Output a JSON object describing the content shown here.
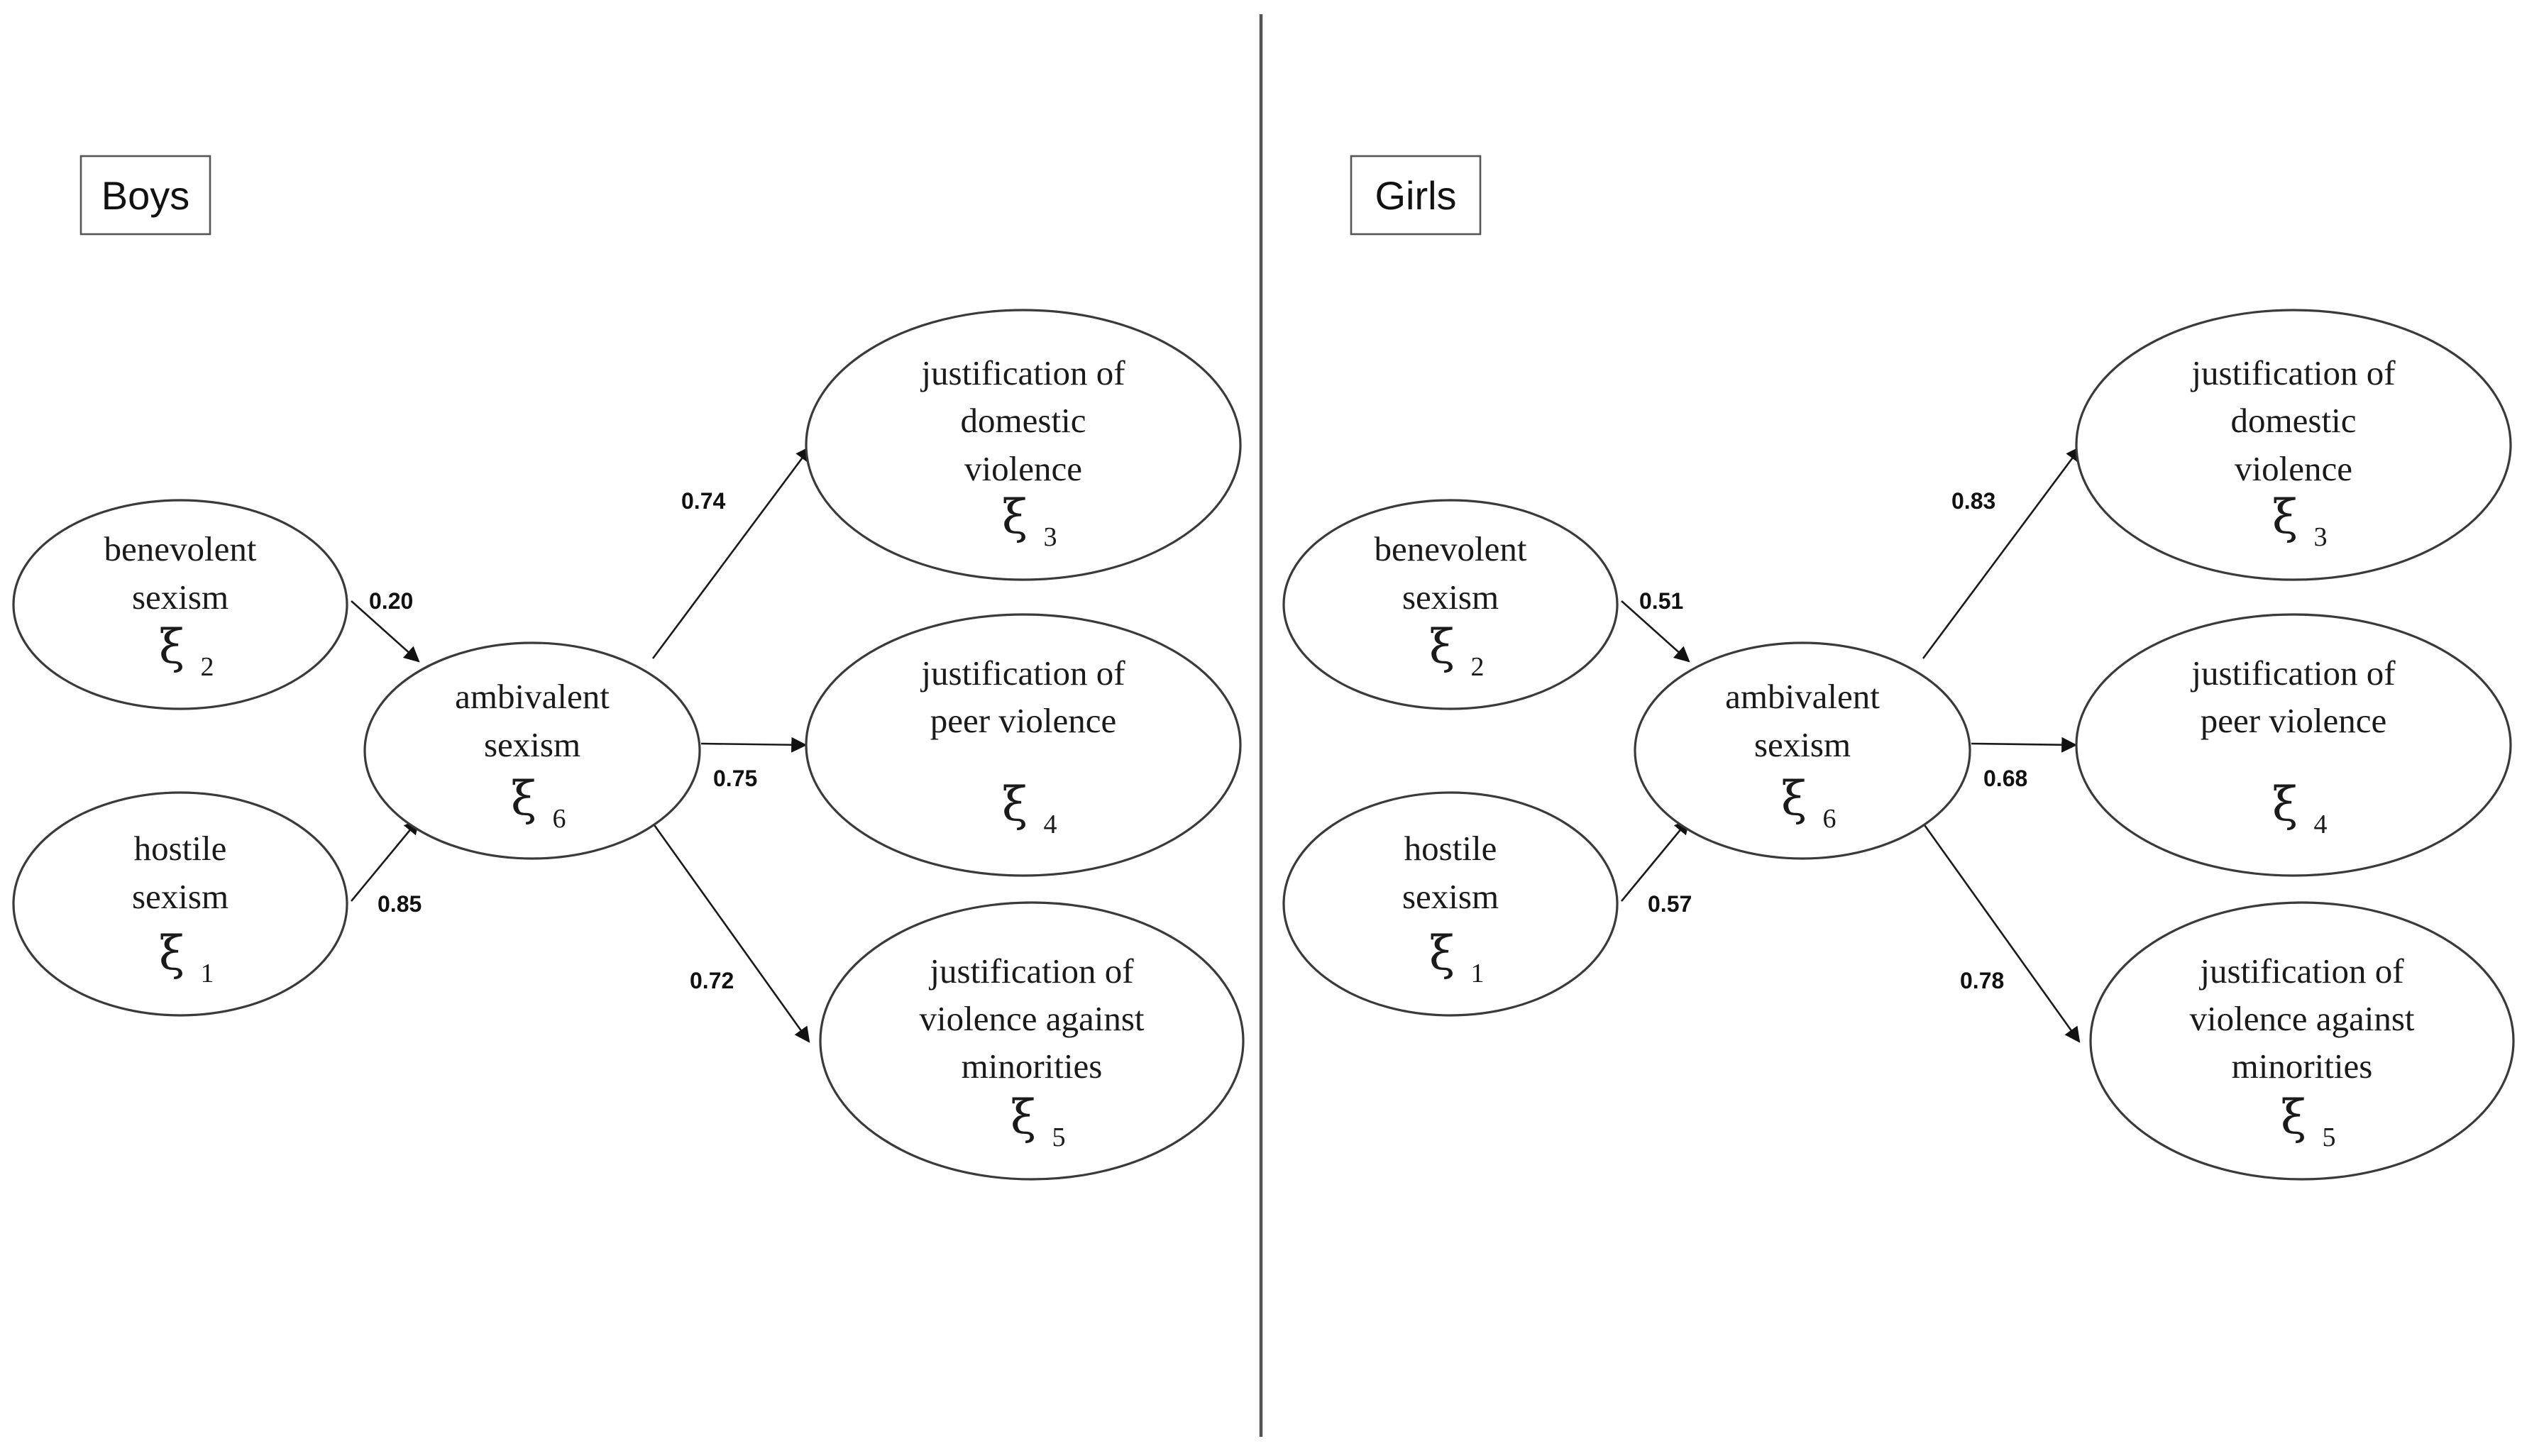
{
  "panels": [
    {
      "group": "Boys",
      "nodes": {
        "benevolent": {
          "lines": [
            "benevolent",
            "sexism"
          ],
          "symbol": "ξ",
          "index": "2"
        },
        "hostile": {
          "lines": [
            "hostile",
            "sexism"
          ],
          "symbol": "ξ",
          "index": "1"
        },
        "ambivalent": {
          "lines": [
            "ambivalent",
            "sexism"
          ],
          "symbol": "ξ",
          "index": "6"
        },
        "domestic": {
          "lines": [
            "justification of",
            "domestic",
            "violence"
          ],
          "symbol": "ξ",
          "index": "3"
        },
        "peer": {
          "lines": [
            "justification of",
            "peer violence"
          ],
          "symbol": "ξ",
          "index": "4"
        },
        "minorities": {
          "lines": [
            "justification of",
            "violence against",
            "minorities"
          ],
          "symbol": "ξ",
          "index": "5"
        }
      },
      "paths": {
        "benevolent_to_ambivalent": "0.20",
        "hostile_to_ambivalent": "0.85",
        "ambivalent_to_domestic": "0.74",
        "ambivalent_to_peer": "0.75",
        "ambivalent_to_minorities": "0.72"
      }
    },
    {
      "group": "Girls",
      "nodes": {
        "benevolent": {
          "lines": [
            "benevolent",
            "sexism"
          ],
          "symbol": "ξ",
          "index": "2"
        },
        "hostile": {
          "lines": [
            "hostile",
            "sexism"
          ],
          "symbol": "ξ",
          "index": "1"
        },
        "ambivalent": {
          "lines": [
            "ambivalent",
            "sexism"
          ],
          "symbol": "ξ",
          "index": "6"
        },
        "domestic": {
          "lines": [
            "justification of",
            "domestic",
            "violence"
          ],
          "symbol": "ξ",
          "index": "3"
        },
        "peer": {
          "lines": [
            "justification of",
            "peer violence"
          ],
          "symbol": "ξ",
          "index": "4"
        },
        "minorities": {
          "lines": [
            "justification of",
            "violence against",
            "minorities"
          ],
          "symbol": "ξ",
          "index": "5"
        }
      },
      "paths": {
        "benevolent_to_ambivalent": "0.51",
        "hostile_to_ambivalent": "0.57",
        "ambivalent_to_domestic": "0.83",
        "ambivalent_to_peer": "0.68",
        "ambivalent_to_minorities": "0.78"
      }
    }
  ]
}
